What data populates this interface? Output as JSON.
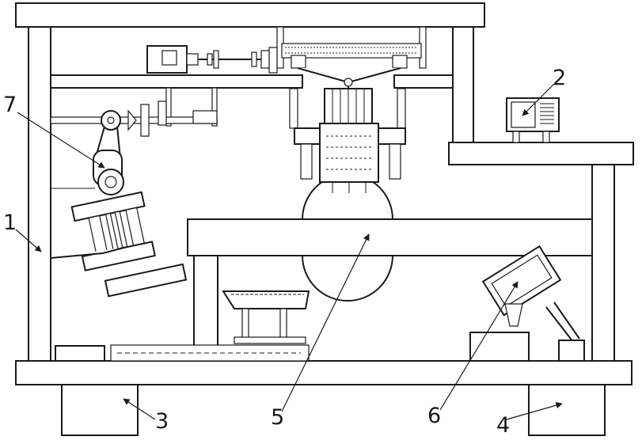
{
  "labels": [
    {
      "id": "callout-1",
      "text": "1"
    },
    {
      "id": "callout-2",
      "text": "2"
    },
    {
      "id": "callout-3",
      "text": "3"
    },
    {
      "id": "callout-4",
      "text": "4"
    },
    {
      "id": "callout-5",
      "text": "5"
    },
    {
      "id": "callout-6",
      "text": "6"
    },
    {
      "id": "callout-7",
      "text": "7"
    }
  ]
}
